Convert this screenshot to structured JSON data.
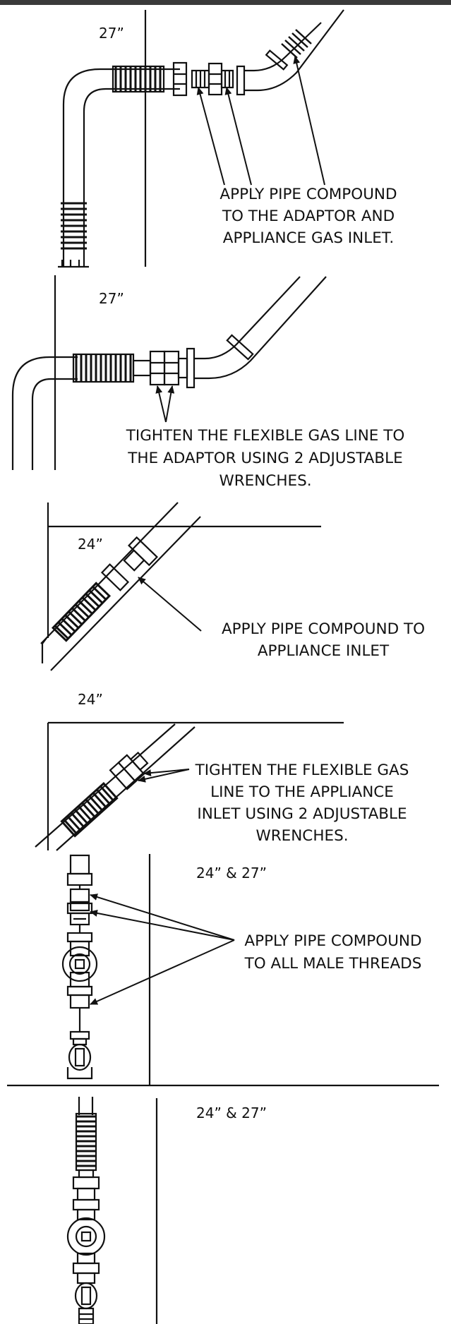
{
  "panels": [
    {
      "dimension": "27”",
      "caption": [
        "APPLY PIPE COMPOUND",
        "TO THE ADAPTOR AND",
        "APPLIANCE GAS INLET."
      ]
    },
    {
      "dimension": "27”",
      "caption": [
        "TIGHTEN THE FLEXIBLE GAS LINE TO",
        "THE ADAPTOR USING 2 ADJUSTABLE",
        "WRENCHES."
      ]
    },
    {
      "dimension": "24”",
      "caption": [
        "APPLY PIPE COMPOUND TO",
        "APPLIANCE INLET"
      ]
    },
    {
      "dimension": "24”",
      "caption": [
        "TIGHTEN THE FLEXIBLE GAS",
        "LINE TO THE APPLIANCE",
        "INLET USING 2 ADJUSTABLE",
        "WRENCHES."
      ]
    },
    {
      "dimension": "24” & 27”",
      "caption": [
        "APPLY PIPE COMPOUND",
        "TO ALL MALE THREADS"
      ]
    },
    {
      "dimension": "24” & 27”",
      "caption": []
    }
  ],
  "colors": {
    "line": "#111111",
    "top_bar": "#3a3a3a"
  }
}
